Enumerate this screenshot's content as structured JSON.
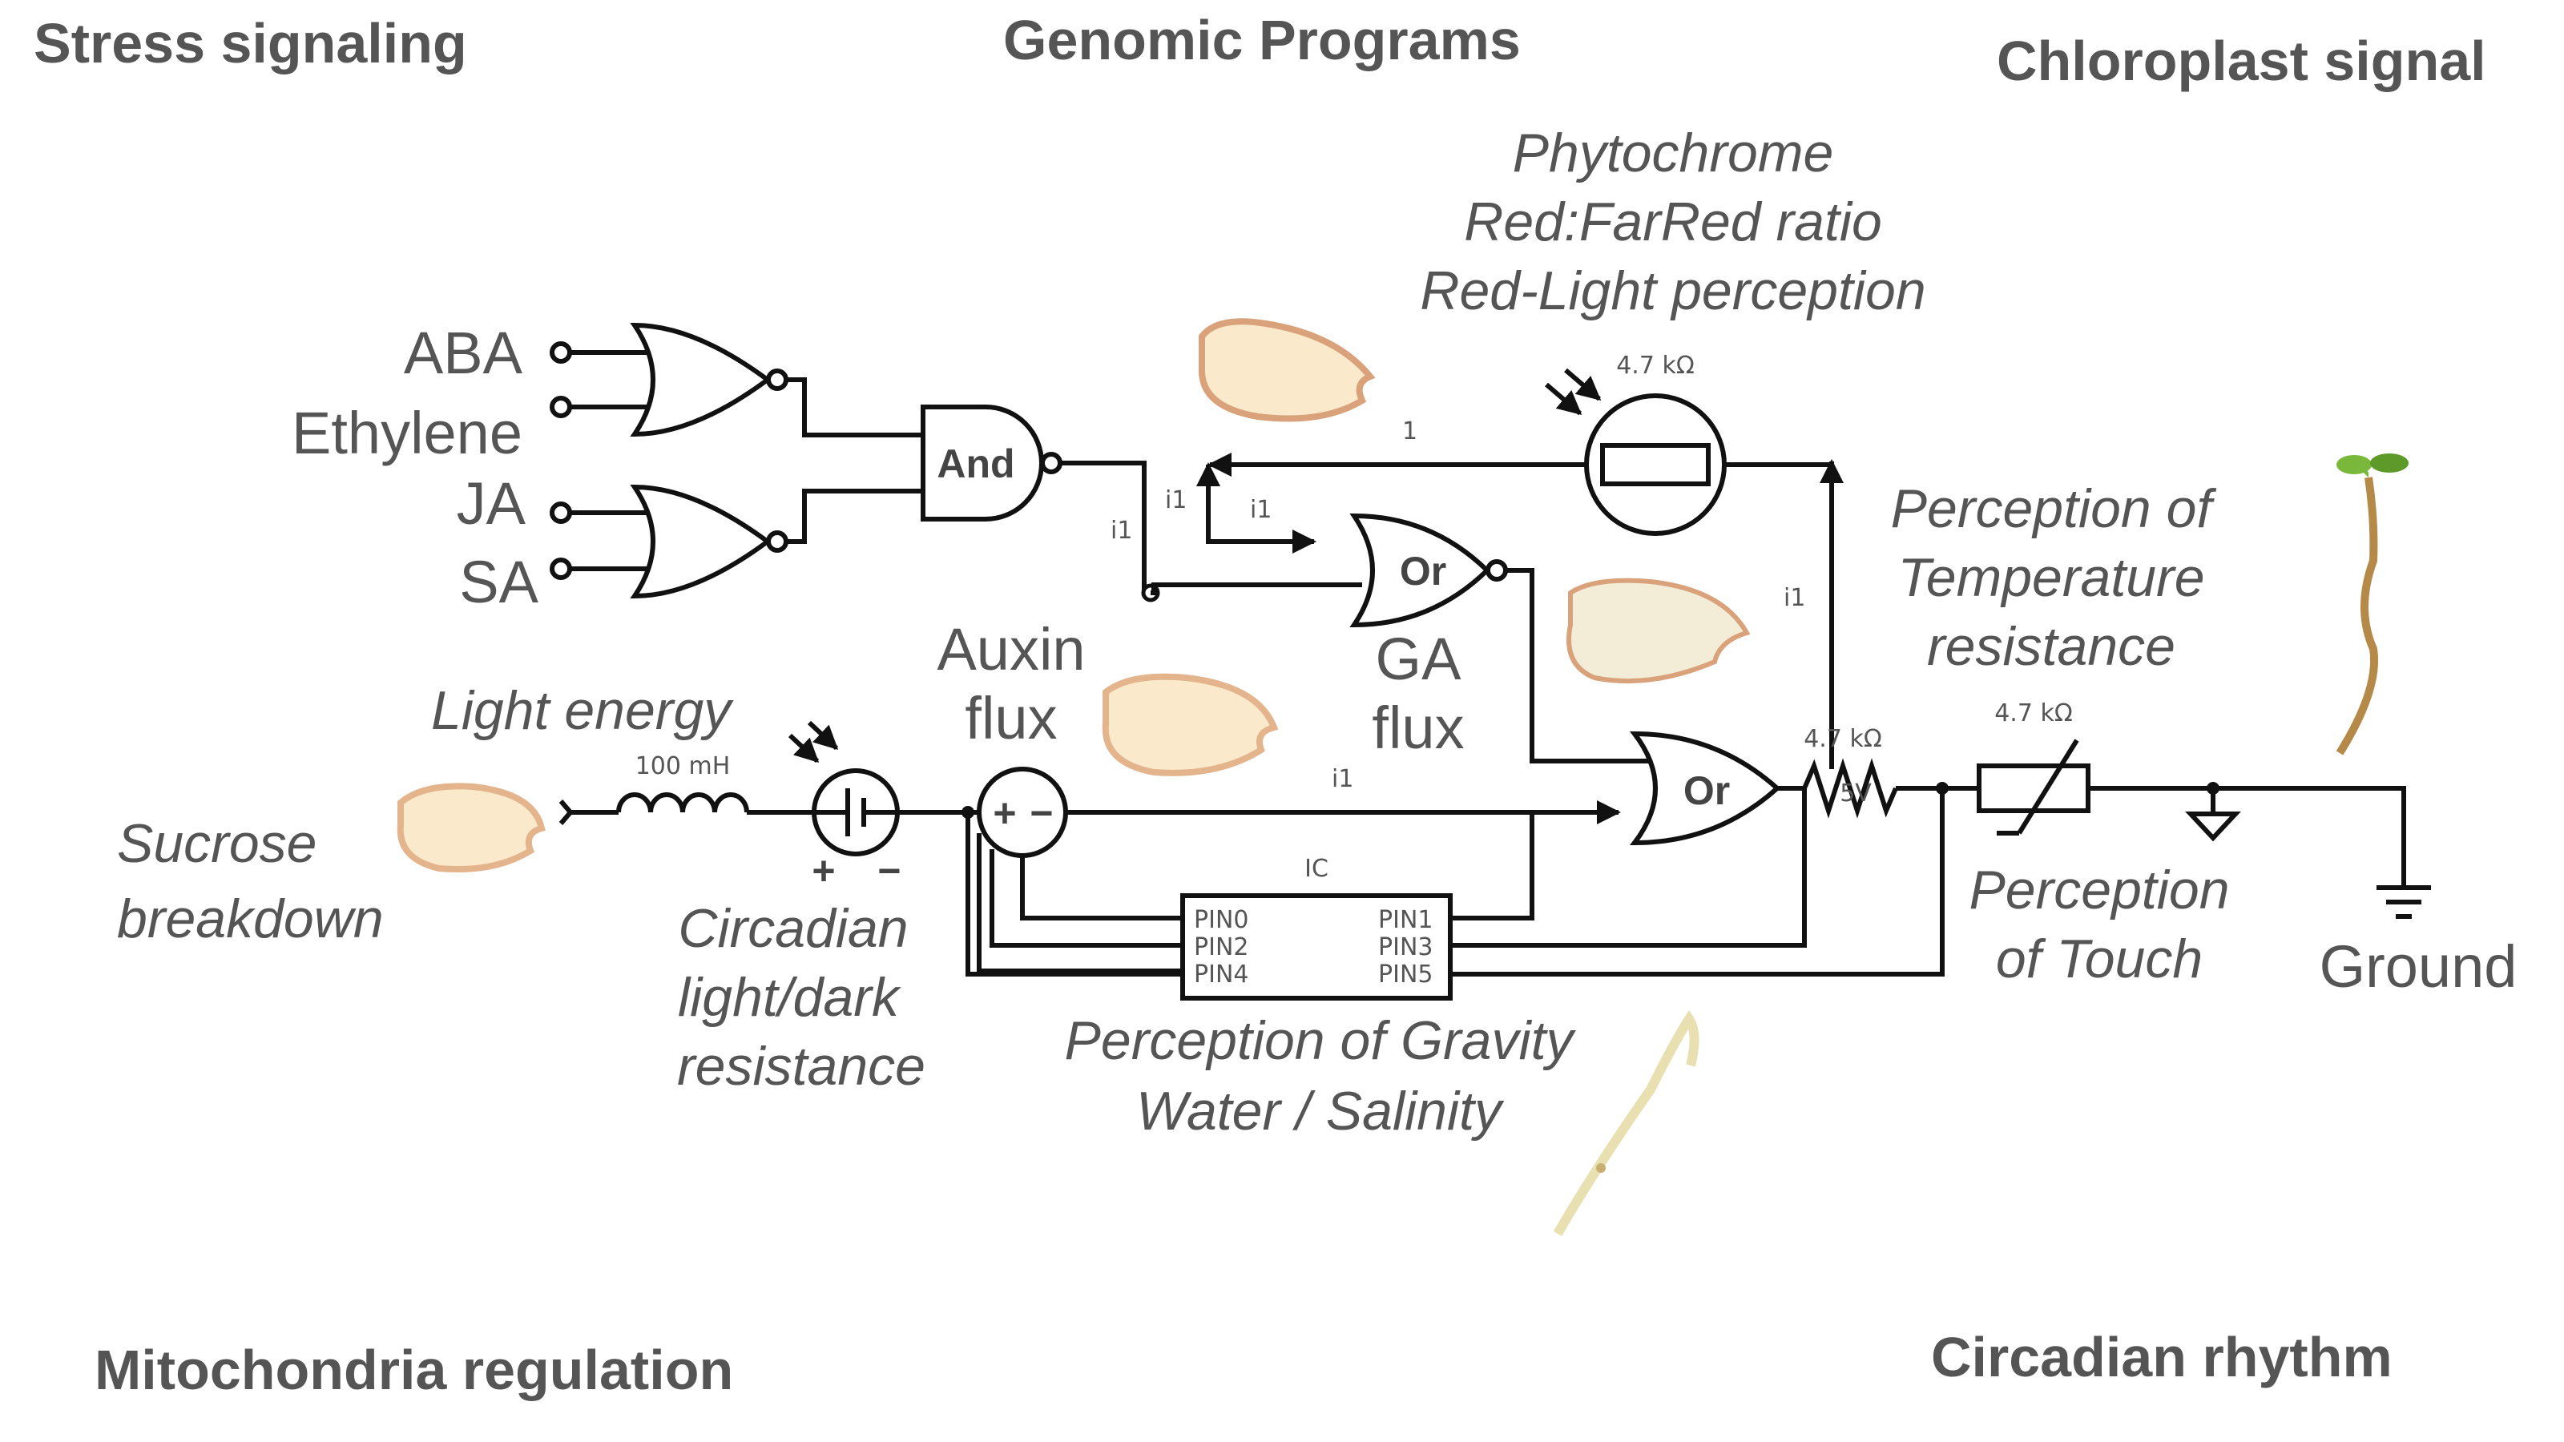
{
  "colors": {
    "text": "#555555",
    "wire": "#111111",
    "seed_fill": "#faeacb",
    "seed_edge": "#d9a27a",
    "sprout_stem": "#b58a48",
    "leaf": "#79b83a"
  },
  "headings": {
    "stress": "Stress signaling",
    "genomic": "Genomic Programs",
    "chloroplast": "Chloroplast signal",
    "mitochondria": "Mitochondria  regulation",
    "circadian": "Circadian rhythm"
  },
  "inputs": {
    "aba": "ABA",
    "ethylene": "Ethylene",
    "ja": "JA",
    "sa": "SA"
  },
  "gates": {
    "and": "And",
    "or1": "Or",
    "or2": "Or"
  },
  "labels": {
    "phyto1": "Phytochrome",
    "phyto2": "Red:FarRed ratio",
    "phyto3": "Red-Light perception",
    "temp1": "Perception of",
    "temp2": "Temperature",
    "temp3": "resistance",
    "ga1": "GA",
    "ga2": "flux",
    "auxin1": "Auxin",
    "auxin2": "flux",
    "light": "Light energy",
    "sucrose1": "Sucrose",
    "sucrose2": "breakdown",
    "circ1": "Circadian",
    "circ2": "light/dark",
    "circ3": "resistance",
    "gravity1": "Perception of Gravity",
    "gravity2": "Water / Salinity",
    "touch1": "Perception",
    "touch2": "of Touch",
    "ground": "Ground"
  },
  "components": {
    "inductor": "100 mH",
    "photores": "4.7 kΩ",
    "resistor": "4.7 kΩ",
    "resistor_v": "5V",
    "thermistor": "4.7 kΩ",
    "plus": "+",
    "minus": "−",
    "src_plus": "+",
    "src_minus": "−",
    "ic_title": "IC",
    "pins": [
      "PIN0",
      "PIN1",
      "PIN2",
      "PIN3",
      "PIN4",
      "PIN5"
    ]
  },
  "currents": {
    "top": "1",
    "a": "i1",
    "b": "i1",
    "c": "i1",
    "d": "i1",
    "e": "i1"
  }
}
